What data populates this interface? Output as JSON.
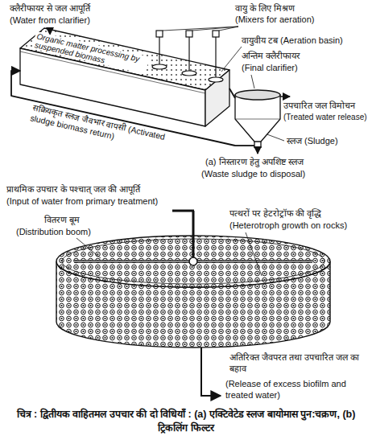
{
  "diagram": {
    "caption": "चित्र : द्वितीयक वाहितमल उपचार की दो विधियाँ : (a) एक्टिवेटेड स्लज बायोमास पुन:चक्रण, (b) ट्रिकलिंग फिल्टर",
    "nodes": [
      {
        "text": [
          "Organic matter processing by suspended biomass"
        ]
      },
      {
        "text": [
          "अन्तिम क्लैरीफायर",
          "(Final clarifier)"
        ]
      }
    ],
    "edges": [
      {
        "from": 0,
        "to": 1,
        "arrow": "none"
      },
      {
        "from": 1,
        "to": 0,
        "label": "सक्रियकृत स्लज जैवभार वापसी (Activated sludge biomass return)",
        "arrow": "to"
      }
    ],
    "labels": [
      "क्लैरीफायर से जल आपूर्ति",
      "(Water from clarifier)",
      "वायु के लिए मिश्रण",
      "(Mixers for aeration)",
      "वायुवीय टब (Aeration basin)",
      "उपचारित जल विमोचन",
      "(Treated water release)",
      "स्लज (Sludge)",
      "(a) निस्तारण हेतु अपशिष्ट स्लज",
      "(Waste sludge to disposal)",
      "प्राथमिक उपचार के पश्चात् जल की आपूर्ति",
      "(Input of water from primary treatment)",
      "पत्थरों पर हेटरोट्रॉफ की वृद्धि",
      "(Heterotroph growth on rocks)",
      "वितरण बूम",
      "(Distribution boom)",
      "अतिरिक्त जैवपरत तथा उपचारित जल का बहाव",
      "(Release of excess biofilm and treated water)"
    ]
  }
}
